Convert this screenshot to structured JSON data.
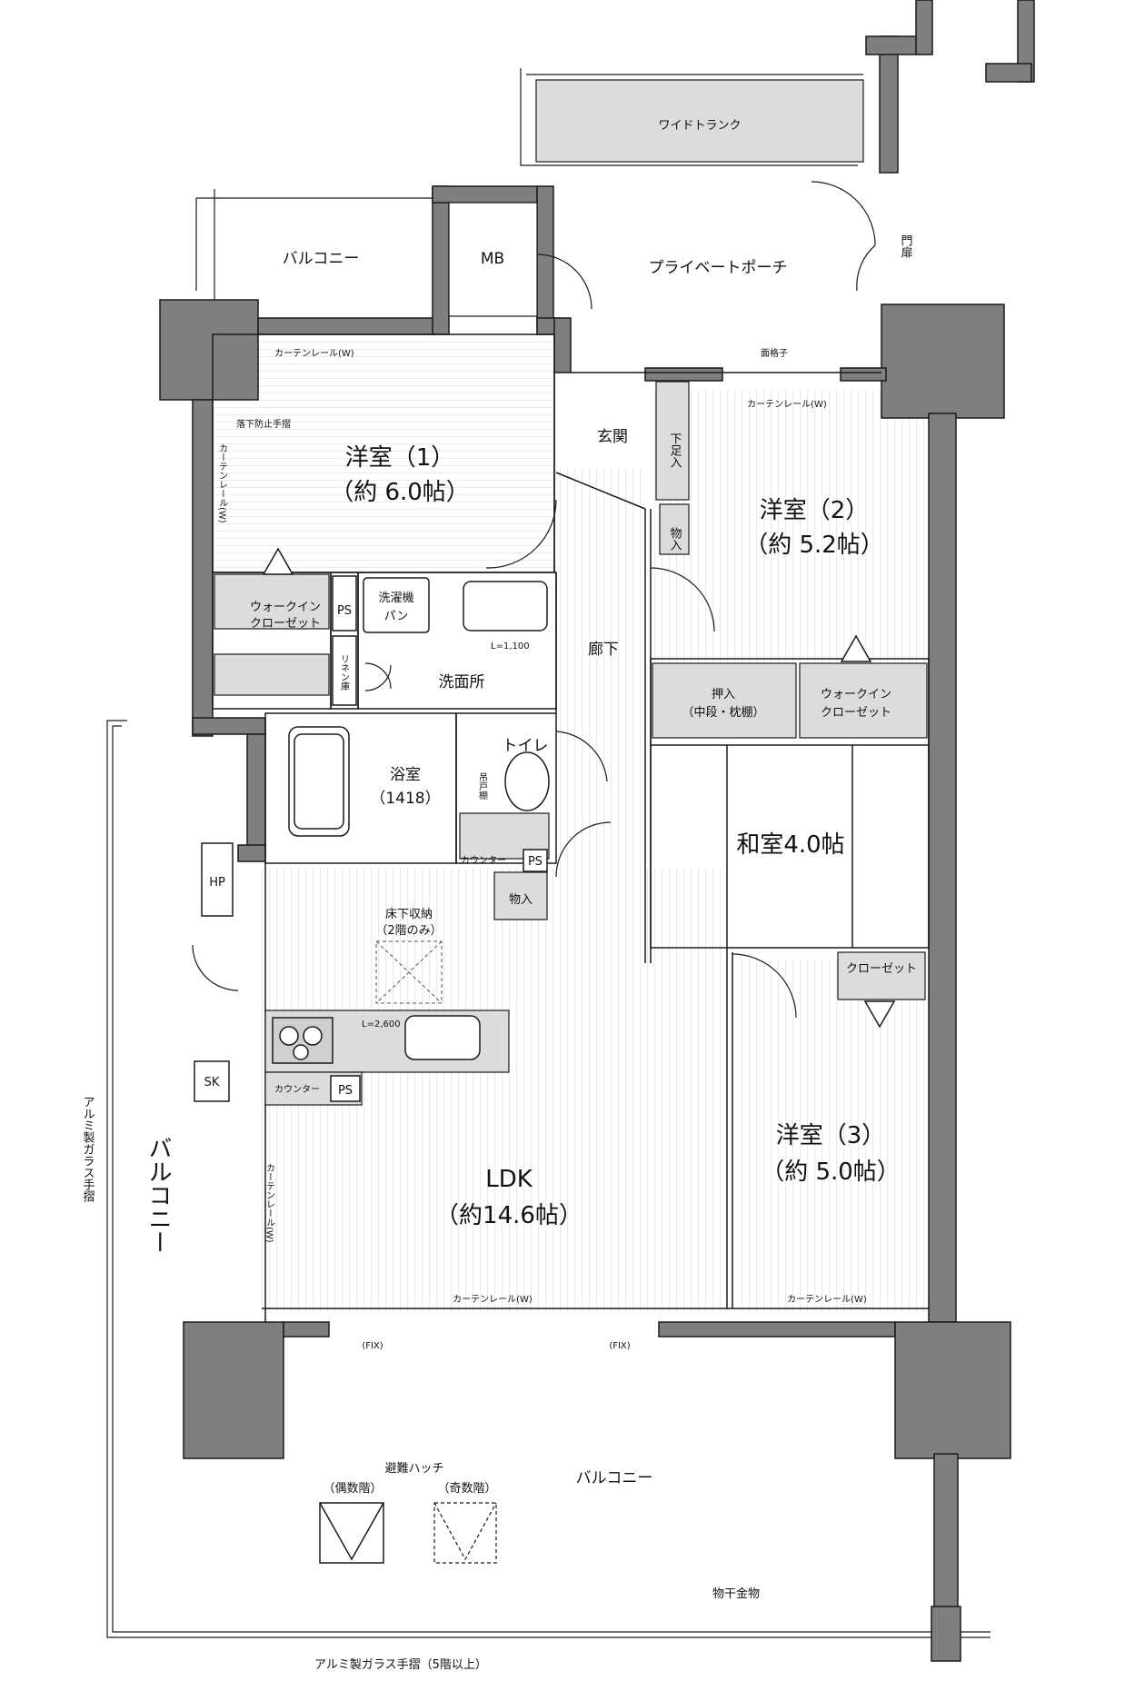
{
  "rooms": {
    "wide_trunk": "ワイドトランク",
    "balcony_top": "バルコニー",
    "mb": "MB",
    "private_porch": "プライベートポーチ",
    "gate_door": "門扉",
    "western1_name": "洋室（1）",
    "western1_size": "（約 6.0帖）",
    "entrance": "玄関",
    "shoe_storage": "下足入",
    "storage_hall": "物入",
    "western2_name": "洋室（2）",
    "western2_size": "（約 5.2帖）",
    "walkin1_line1": "ウォークイン",
    "walkin1_line2": "クローゼット",
    "ps1": "PS",
    "washer_line1": "洗濯機",
    "washer_line2": "パン",
    "vanity_len": "L=1,100",
    "linen": "リネン庫",
    "washroom": "洗面所",
    "corridor": "廊下",
    "oshiire_line1": "押入",
    "oshiire_line2": "（中段・枕棚）",
    "walkin2_line1": "ウォークイン",
    "walkin2_line2": "クローゼット",
    "bath_name": "浴室",
    "bath_size": "（1418）",
    "toilet": "トイレ",
    "hanging_shelf": "吊戸棚",
    "counter_toilet": "カウンター",
    "ps2": "PS",
    "japanese": "和室4.0帖",
    "storage_ldk": "物入",
    "hp": "HP",
    "underfloor_line1": "床下収納",
    "underfloor_line2": "（2階のみ）",
    "kitchen_len": "L=2,600",
    "closet3": "クローゼット",
    "sk": "SK",
    "counter_kitchen": "カウンター",
    "ps3": "PS",
    "ldk_name": "LDK",
    "ldk_size": "（約14.6帖）",
    "western3_name": "洋室（3）",
    "western3_size": "（約 5.0帖）",
    "balcony_side": "バルコニー",
    "balcony_bottom": "バルコニー",
    "escape_hatch": "避難ハッチ",
    "even_floor": "（偶数階）",
    "odd_floor": "（奇数階）",
    "clothes_hanger": "物干金物"
  },
  "notes": {
    "curtain_rail_w1": "カーテンレール(W)",
    "fall_rail": "落下防止手摺",
    "curtain_rail_v1": "カーテンレール(W)",
    "face_lattice": "面格子",
    "curtain_rail_w2": "カーテンレール(W)",
    "curtain_rail_v2": "カーテンレール(W)",
    "curtain_rail_ldk": "カーテンレール(W)",
    "curtain_rail_w3": "カーテンレール(W)",
    "fix1": "(FIX)",
    "fix2": "(FIX)",
    "alum_glass_side": "アルミ製ガラス手摺",
    "alum_glass_bottom": "アルミ製ガラス手摺（5階以上）"
  },
  "colors": {
    "wall": "#7f7f7f",
    "storage_fill": "#dcdcdc",
    "line": "#1a1a1a",
    "floor_stripe": "#cfcfcf"
  }
}
